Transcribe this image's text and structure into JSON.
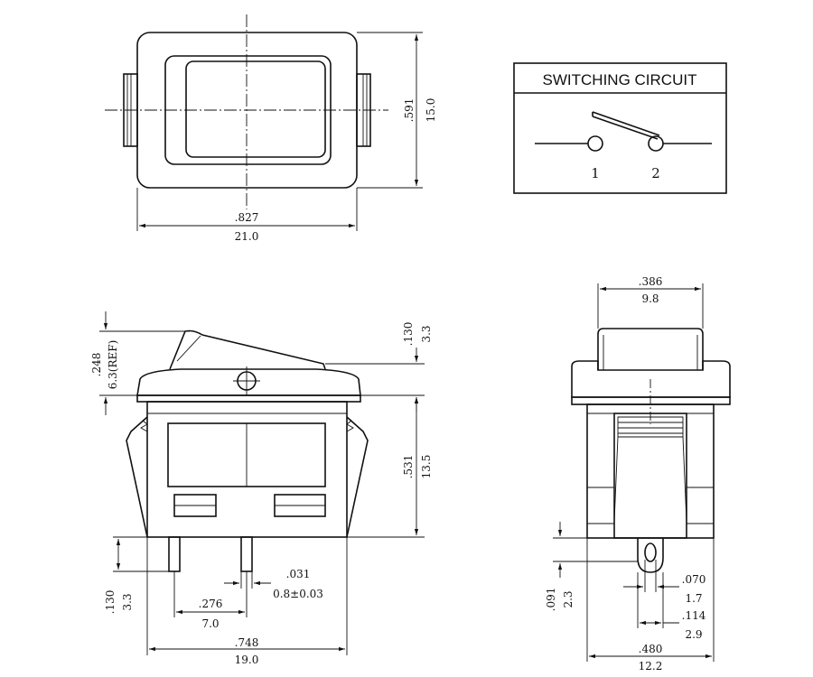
{
  "circuit": {
    "title": "SWITCHING CIRCUIT",
    "terminal_1": "1",
    "terminal_2": "2"
  },
  "dimensions": {
    "top_height_in": ".591",
    "top_height_mm": "15.0",
    "top_width_in": ".827",
    "top_width_mm": "21.0",
    "cap_in": ".130",
    "cap_mm": "3.3",
    "rocker_in": ".248",
    "rocker_mm": "6.3(REF)",
    "body_in": ".531",
    "body_mm": "13.5",
    "term_len_in": ".130",
    "term_len_mm": "3.3",
    "term_th_in": ".031",
    "term_th_mm": "0.8±0.03",
    "term_pitch_in": ".276",
    "term_pitch_mm": "7.0",
    "side_width_in": ".748",
    "side_width_mm": "19.0",
    "rocker_w_in": ".386",
    "rocker_w_mm": "9.8",
    "hole_in": ".070",
    "hole_mm": "1.7",
    "tab_w_in": ".114",
    "tab_w_mm": "2.9",
    "tab_h_in": ".091",
    "tab_h_mm": "2.3",
    "end_width_in": ".480",
    "end_width_mm": "12.2"
  }
}
